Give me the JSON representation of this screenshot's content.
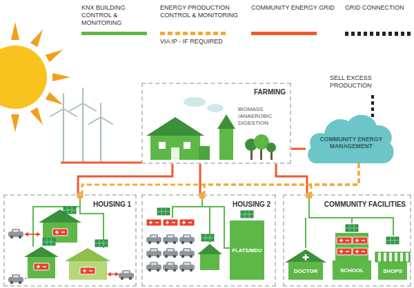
{
  "diagram": {
    "nodes": [
      {
        "text": [
          "FARMING",
          "BIOMASS /ANAEROBIC DIGESTION"
        ]
      },
      {
        "text": [
          "COMMUNITY ENERGY MANAGEMENT"
        ]
      },
      {
        "text": [
          "HOUSING 1"
        ]
      },
      {
        "text": [
          "HOUSING 2"
        ]
      },
      {
        "text": [
          "FLATS/MDU"
        ],
        "in": 3
      },
      {
        "text": [
          "COMMUNITY FACILITIES"
        ]
      },
      {
        "text": [
          "DOCTOR"
        ],
        "in": 5
      },
      {
        "text": [
          "SCHOOL"
        ],
        "in": 5
      },
      {
        "text": [
          "SHOPS"
        ],
        "in": 5
      }
    ],
    "edges": [
      {
        "from": 0,
        "to": 1,
        "arrow": "none"
      },
      {
        "from": 0,
        "to": 2,
        "arrow": "none"
      },
      {
        "from": 0,
        "to": 3,
        "arrow": "none"
      },
      {
        "from": 0,
        "to": 5,
        "arrow": "none"
      },
      {
        "from": 1,
        "to": 2,
        "arrow": "none"
      },
      {
        "from": 1,
        "to": 3,
        "arrow": "none"
      },
      {
        "from": 1,
        "to": 5,
        "arrow": "none"
      }
    ],
    "labels": [
      "VIA IP - IF REQUIRED",
      "SELL EXCESS PRODUCTION"
    ],
    "legend": [
      {
        "text": "KNX BUILDING CONTROL & MONITORING",
        "color": "#5db848"
      },
      {
        "text": "ENERGY PRODUCTION CONTROL & MONITORING"
      },
      {
        "text": "COMMUNITY ENERGY GRID",
        "color": "#ee5a2e"
      },
      {
        "text": "GRID CONNECTION"
      }
    ]
  }
}
